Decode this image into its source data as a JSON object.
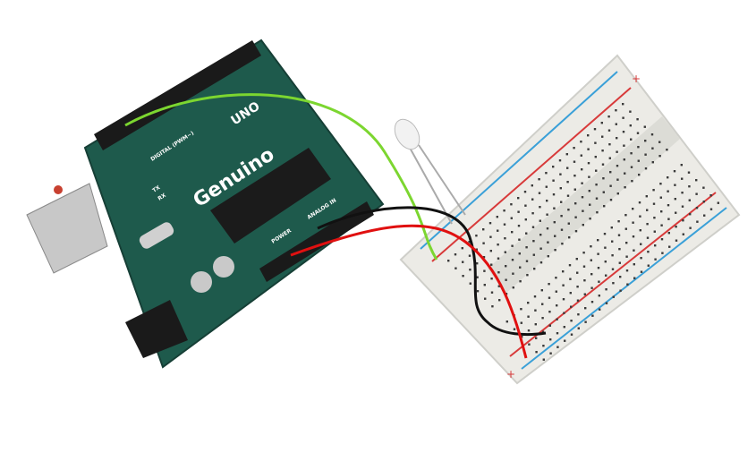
{
  "board": {
    "brand": "Genuino",
    "model": "UNO",
    "digital_label": "DIGITAL (PWM~)",
    "analog_label": "ANALOG IN",
    "power_label": "POWER",
    "tx_label": "TX",
    "rx_label": "RX",
    "color": "#1e5a4c"
  },
  "breadboard": {
    "plus_sign": "+",
    "minus_sign": "-",
    "rail_red": "#d83a3a",
    "rail_blue": "#3aa0d8"
  },
  "wires": {
    "green": "#7cd630",
    "black": "#111111",
    "red": "#e01010"
  }
}
